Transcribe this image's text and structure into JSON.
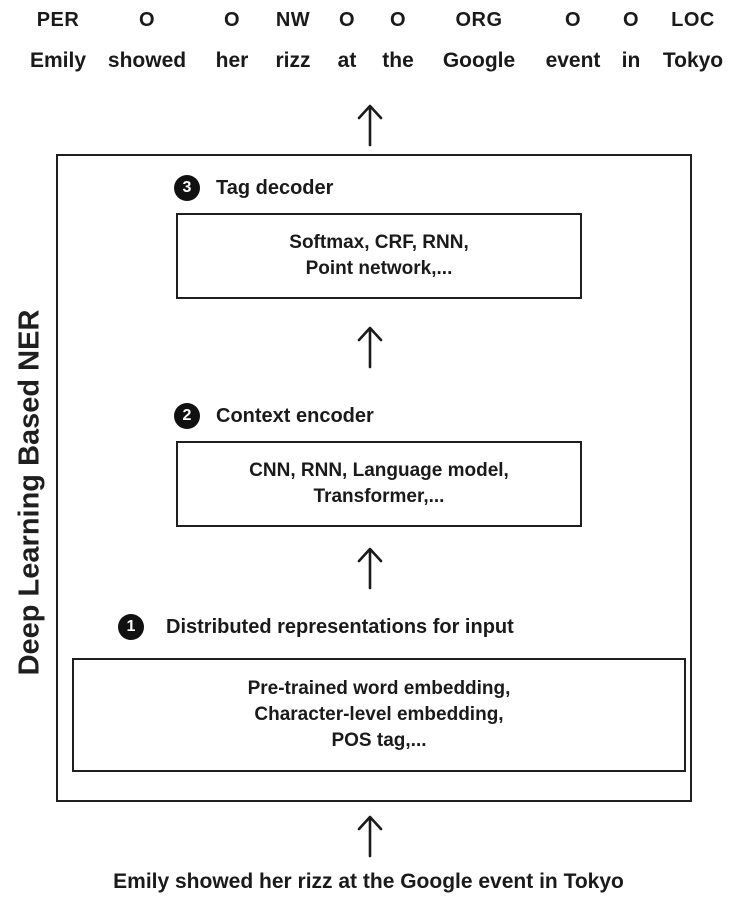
{
  "output": {
    "tokens": [
      {
        "tag": "PER",
        "word": "Emily"
      },
      {
        "tag": "O",
        "word": "showed"
      },
      {
        "tag": "O",
        "word": "her"
      },
      {
        "tag": "NW",
        "word": "rizz"
      },
      {
        "tag": "O",
        "word": "at"
      },
      {
        "tag": "O",
        "word": "the"
      },
      {
        "tag": "ORG",
        "word": "Google"
      },
      {
        "tag": "O",
        "word": "event"
      },
      {
        "tag": "O",
        "word": "in"
      },
      {
        "tag": "LOC",
        "word": "Tokyo"
      }
    ]
  },
  "framework": {
    "title": "Deep Learning Based NER"
  },
  "stages": {
    "decoder": {
      "number": "3",
      "title": "Tag decoder",
      "lines": [
        "Softmax, CRF, RNN,",
        "Point network,..."
      ]
    },
    "encoder": {
      "number": "2",
      "title": "Context encoder",
      "lines": [
        "CNN, RNN, Language model,",
        "Transformer,..."
      ]
    },
    "representation": {
      "number": "1",
      "title": "Distributed representations for input",
      "lines": [
        "Pre-trained word embedding,",
        "Character-level embedding,",
        "POS tag,..."
      ]
    }
  },
  "input": {
    "sentence": "Emily showed her rizz at the Google event in Tokyo"
  }
}
